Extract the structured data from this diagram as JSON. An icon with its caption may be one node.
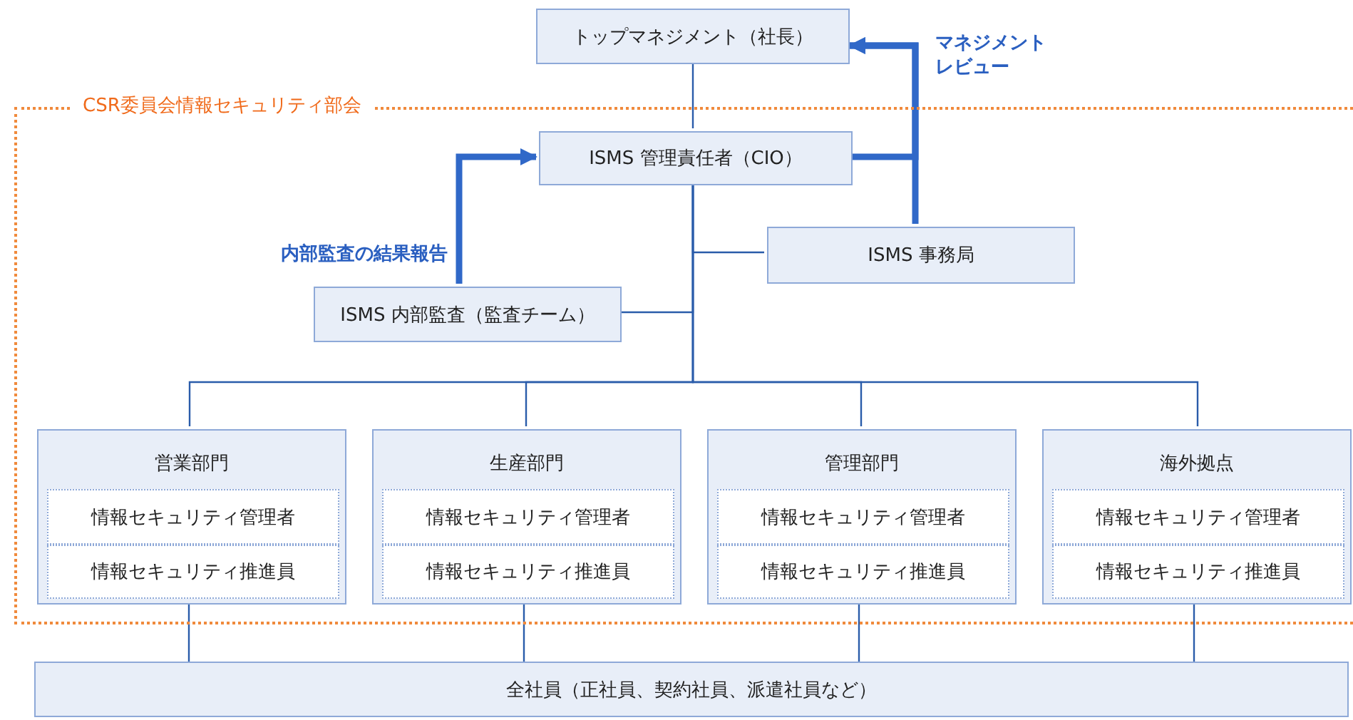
{
  "diagram": {
    "nodes": [
      {
        "text": [
          "CSR委員会情報セキュリティ部会"
        ]
      },
      {
        "text": [
          "トップマネジメント（社長）"
        ]
      },
      {
        "text": [
          "ISMS 管理責任者（CIO）"
        ],
        "in": 0
      },
      {
        "text": [
          "ISMS 事務局"
        ],
        "in": 0
      },
      {
        "text": [
          "ISMS 内部監査（監査チーム）"
        ],
        "in": 0
      },
      {
        "text": [
          "営業部門"
        ],
        "in": 0
      },
      {
        "text": [
          "情報セキュリティ管理者"
        ],
        "in": 5
      },
      {
        "text": [
          "情報セキュリティ推進員"
        ],
        "in": 5
      },
      {
        "text": [
          "生産部門"
        ],
        "in": 0
      },
      {
        "text": [
          "情報セキュリティ管理者"
        ],
        "in": 8
      },
      {
        "text": [
          "情報セキュリティ推進員"
        ],
        "in": 8
      },
      {
        "text": [
          "管理部門"
        ],
        "in": 0
      },
      {
        "text": [
          "情報セキュリティ管理者"
        ],
        "in": 11
      },
      {
        "text": [
          "情報セキュリティ推進員"
        ],
        "in": 11
      },
      {
        "text": [
          "海外拠点"
        ],
        "in": 0
      },
      {
        "text": [
          "情報セキュリティ管理者"
        ],
        "in": 14
      },
      {
        "text": [
          "情報セキュリティ推進員"
        ],
        "in": 14
      },
      {
        "text": [
          "全社員（正社員、契約社員、派遣社員など）"
        ]
      }
    ],
    "edges": [
      {
        "from": 1,
        "to": 2,
        "arrow": "none"
      },
      {
        "from": 2,
        "to": 3,
        "arrow": "none"
      },
      {
        "from": 2,
        "to": 4,
        "arrow": "none"
      },
      {
        "from": 2,
        "to": 5,
        "arrow": "none"
      },
      {
        "from": 2,
        "to": 8,
        "arrow": "none"
      },
      {
        "from": 2,
        "to": 11,
        "arrow": "none"
      },
      {
        "from": 2,
        "to": 14,
        "arrow": "none"
      },
      {
        "from": 5,
        "to": 17,
        "arrow": "none"
      },
      {
        "from": 8,
        "to": 17,
        "arrow": "none"
      },
      {
        "from": 11,
        "to": 17,
        "arrow": "none"
      },
      {
        "from": 14,
        "to": 17,
        "arrow": "none"
      },
      {
        "from": 4,
        "to": 2,
        "arrow": "to",
        "label": "内部監査の結果報告",
        "style": "thick",
        "color": "#3068c8"
      },
      {
        "from": 3,
        "to": 1,
        "arrow": "to",
        "label": "マネジメントレビュー",
        "style": "thick",
        "color": "#3068c8"
      },
      {
        "from": 2,
        "to": 1,
        "arrow": "to",
        "style": "thick",
        "color": "#3068c8"
      }
    ]
  }
}
